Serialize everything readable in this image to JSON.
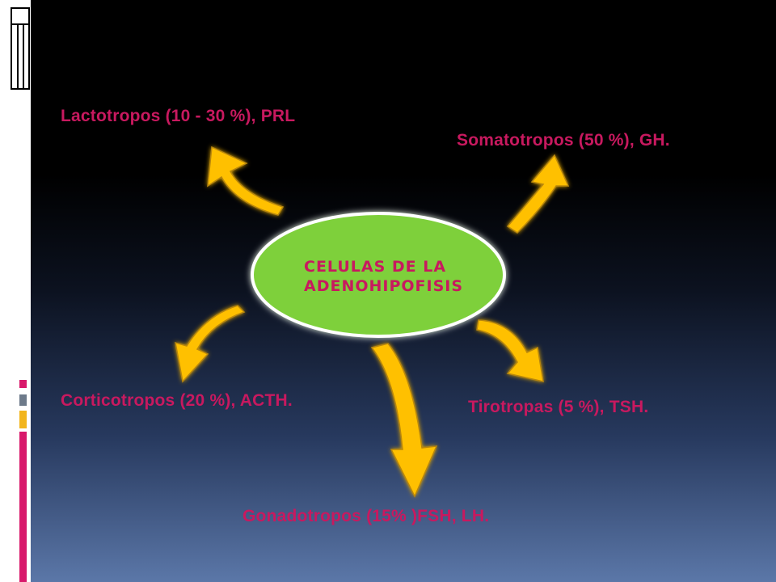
{
  "center": {
    "line1": "CELULAS DE LA",
    "line2": "ADENOHIPOFISIS"
  },
  "labels": {
    "lactotropos": "Lactotropos (10 - 30 %), PRL",
    "somatotropos": "Somatotropos (50 %), GH.",
    "corticotropos": "Corticotropos (20 %), ACTH.",
    "tirotropas": "Tirotropas  (5 %), TSH.",
    "gonadotropos": "Gonadotropos (15%  )FSH, LH."
  },
  "colors": {
    "label_text": "#c8195f",
    "ellipse_fill": "#7ed03b",
    "ellipse_border": "#ffffff",
    "arrow_fill": "#ffc000",
    "arrow_glow": "#ffe060",
    "accent_pink": "#d8196b",
    "accent_gold": "#f2b51c",
    "accent_gray": "#6d7a8a"
  },
  "icons": [
    "curved-arrow-icon"
  ]
}
